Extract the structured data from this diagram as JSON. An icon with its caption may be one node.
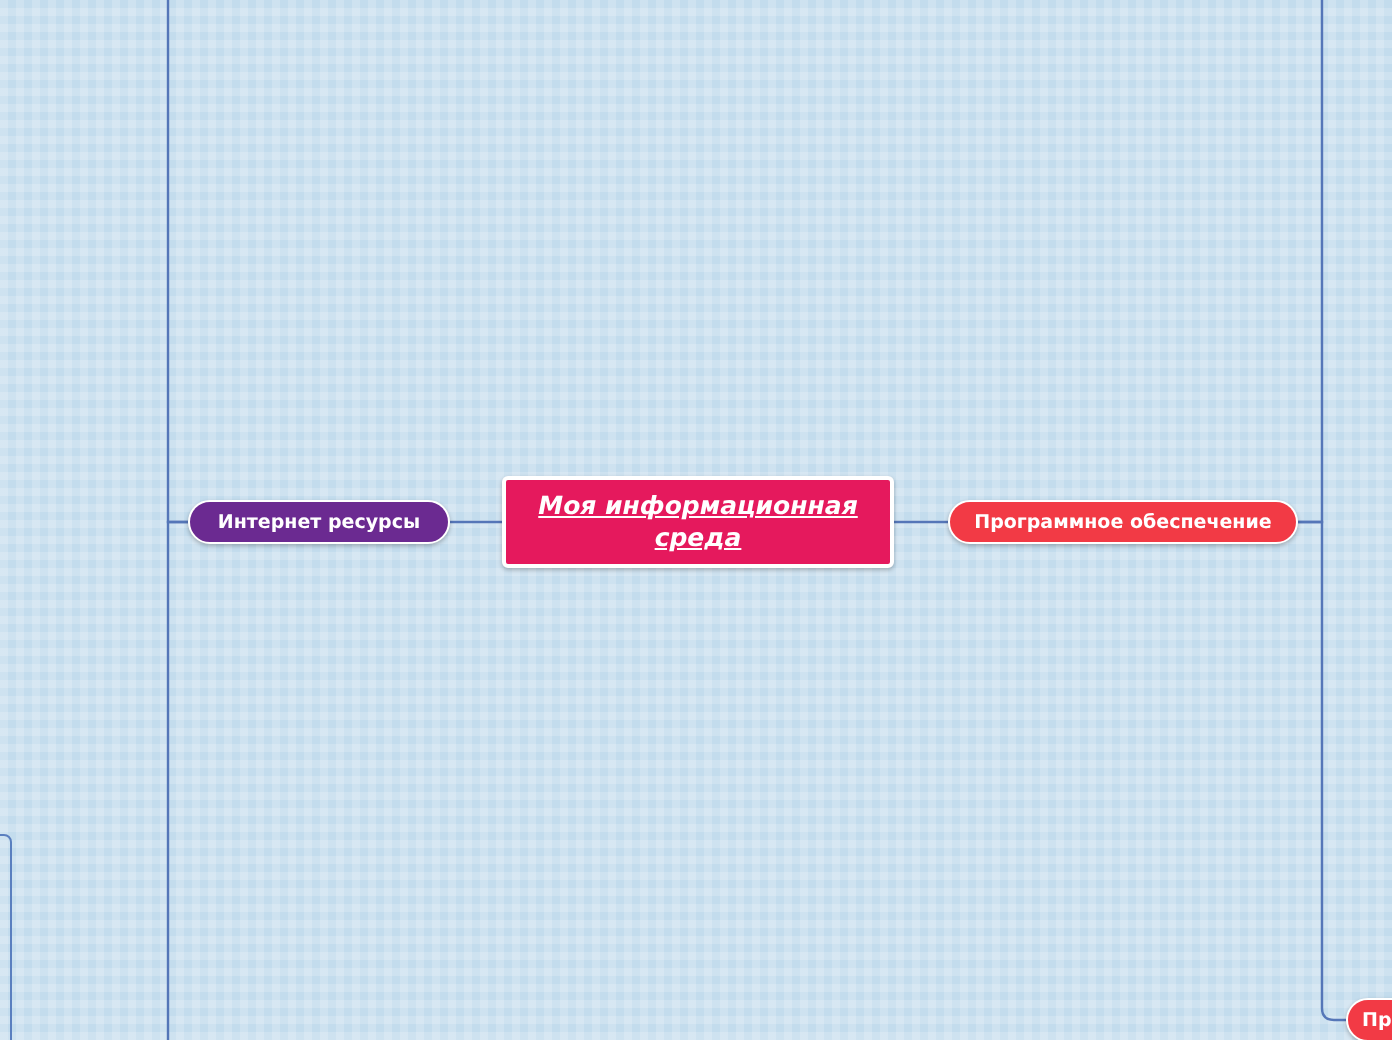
{
  "diagram": {
    "nodes": [
      {
        "text": [
          "Моя информационная среда"
        ]
      },
      {
        "text": [
          "Интернет ресурсы"
        ]
      },
      {
        "text": [
          "Программное обеспечение"
        ]
      },
      {
        "text": [
          "Пр"
        ]
      },
      {
        "text": [],
        "shape": "box"
      }
    ],
    "edges": [
      {
        "from": 0,
        "to": 1,
        "arrow": "none"
      },
      {
        "from": 0,
        "to": 2,
        "arrow": "none"
      },
      {
        "from": 1,
        "to": null,
        "arrow": "none"
      },
      {
        "from": 1,
        "to": null,
        "arrow": "none"
      },
      {
        "from": 2,
        "to": null,
        "arrow": "none"
      },
      {
        "from": 2,
        "to": 3,
        "arrow": "none"
      }
    ]
  }
}
